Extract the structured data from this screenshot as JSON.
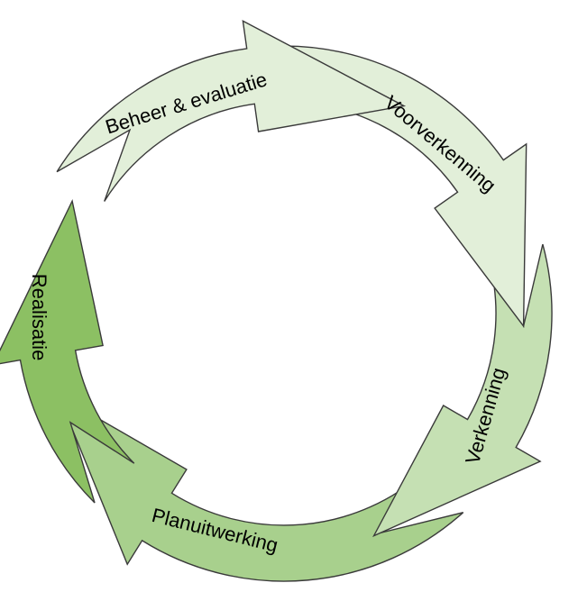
{
  "diagram": {
    "stages": [
      {
        "label": "Beheer & evaluatie",
        "fill": "#e2efd9"
      },
      {
        "label": "Voorverkenning",
        "fill": "#e2efd9"
      },
      {
        "label": "Verkenning",
        "fill": "#c5e0b3"
      },
      {
        "label": "Planuitwerking",
        "fill": "#a8d08d"
      },
      {
        "label": "Realisatie",
        "fill": "#8cc063"
      }
    ]
  }
}
